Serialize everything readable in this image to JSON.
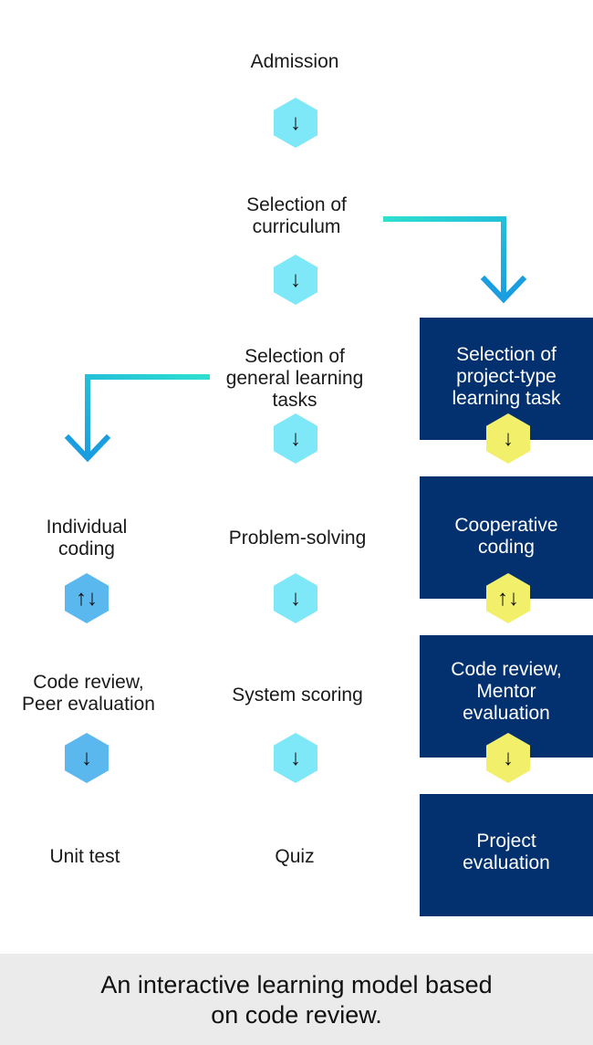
{
  "center_column": {
    "admission": "Admission",
    "selection_of_curriculum": "Selection of\ncurriculum",
    "selection_of_general_tasks": "Selection of\ngeneral learning\ntasks",
    "problem_solving": "Problem-solving",
    "system_scoring": "System scoring",
    "quiz": "Quiz"
  },
  "left_column": {
    "individual_coding": "Individual\ncoding",
    "code_review_peer": "Code review,\nPeer evaluation",
    "unit_test": "Unit test"
  },
  "right_column": {
    "selection_project_task": "Selection of\nproject-type\nlearning task",
    "cooperative_coding": "Cooperative\ncoding",
    "code_review_mentor": "Code review,\nMentor\nevaluation",
    "project_evaluation": "Project\nevaluation"
  },
  "connectors": {
    "down": "↓",
    "bidirectional": "↑↓"
  },
  "caption": "An interactive learning model based\non code review.",
  "colors": {
    "box_navy": "#03306e",
    "hex_cyan": "#7ee8f8",
    "hex_blue": "#5ab8ee",
    "hex_yellow": "#f2ef6a",
    "arrow_gradient_start": "#2ee0d0",
    "arrow_gradient_end": "#1a9ee0",
    "caption_bg": "#ebebeb"
  }
}
